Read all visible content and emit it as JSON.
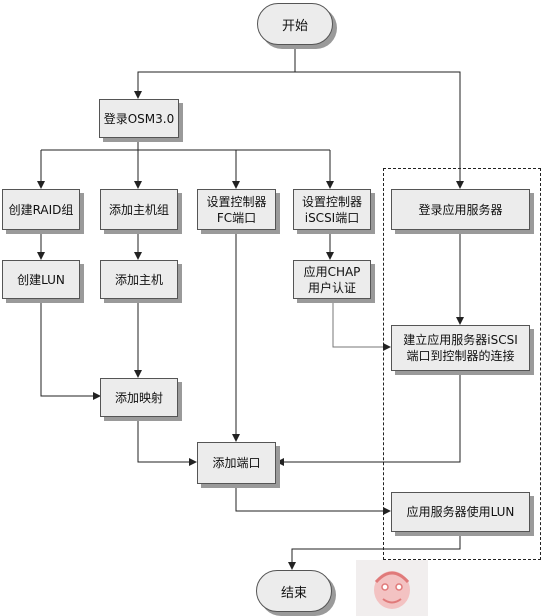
{
  "nodes": {
    "start": "开始",
    "login_osm": "登录OSM3.0",
    "create_raid": "创建RAID组",
    "add_host_group": "添加主机组",
    "set_fc_port": "设置控制器\nFC端口",
    "set_iscsi_port": "设置控制器\niSCSI端口",
    "login_app_server": "登录应用服务器",
    "create_lun": "创建LUN",
    "add_host": "添加主机",
    "chap_auth": "应用CHAP\n用户认证",
    "build_iscsi_conn": "建立应用服务器iSCSI\n端口到控制器的连接",
    "add_mapping": "添加映射",
    "add_port": "添加端口",
    "use_lun": "应用服务器使用LUN",
    "end": "结束"
  },
  "colors": {
    "box_fill": "#ececec",
    "shadow": "#9a9a9a",
    "line": "#222222"
  }
}
